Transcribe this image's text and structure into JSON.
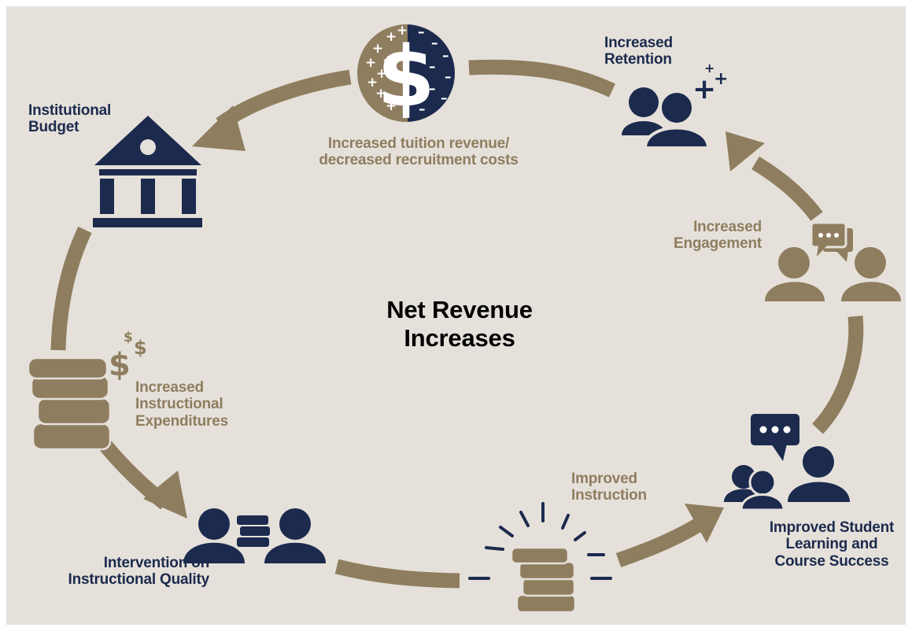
{
  "center": {
    "line1": "Net Revenue",
    "line2": "Increases"
  },
  "nodes": {
    "institutional_budget": {
      "line1": "Institutional",
      "line2": "Budget"
    },
    "tuition": {
      "line1": "Increased tuition revenue/",
      "line2": "decreased recruitment costs"
    },
    "retention": {
      "line1": "Increased",
      "line2": "Retention"
    },
    "engagement": {
      "line1": "Increased",
      "line2": "Engagement"
    },
    "learning": {
      "line1": "Improved Student",
      "line2": "Learning and",
      "line3": "Course Success"
    },
    "instruction": {
      "line1": "Improved",
      "line2": "Instruction"
    },
    "intervention": {
      "line1": "Intervention on",
      "line2": "Instructional Quality"
    },
    "expenditures": {
      "line1": "Increased",
      "line2": "Instructional",
      "line3": "Expenditures"
    }
  },
  "icons": {
    "budget": "bank-building-icon",
    "tuition": "dollar-plus-minus-coin-icon",
    "retention": "people-plus-icon",
    "engagement": "people-chat-icon",
    "learning": "people-speech-icon",
    "instruction": "glowing-books-icon",
    "intervention": "people-books-icon",
    "expenditures": "books-dollars-icon"
  },
  "glyphs": {
    "dollar": "$",
    "plus": "+",
    "minus": "–"
  },
  "colors": {
    "background": "#e5e1da",
    "navy": "#1c2a4e",
    "tan": "#8f7d5f",
    "center_text": "#000000"
  }
}
